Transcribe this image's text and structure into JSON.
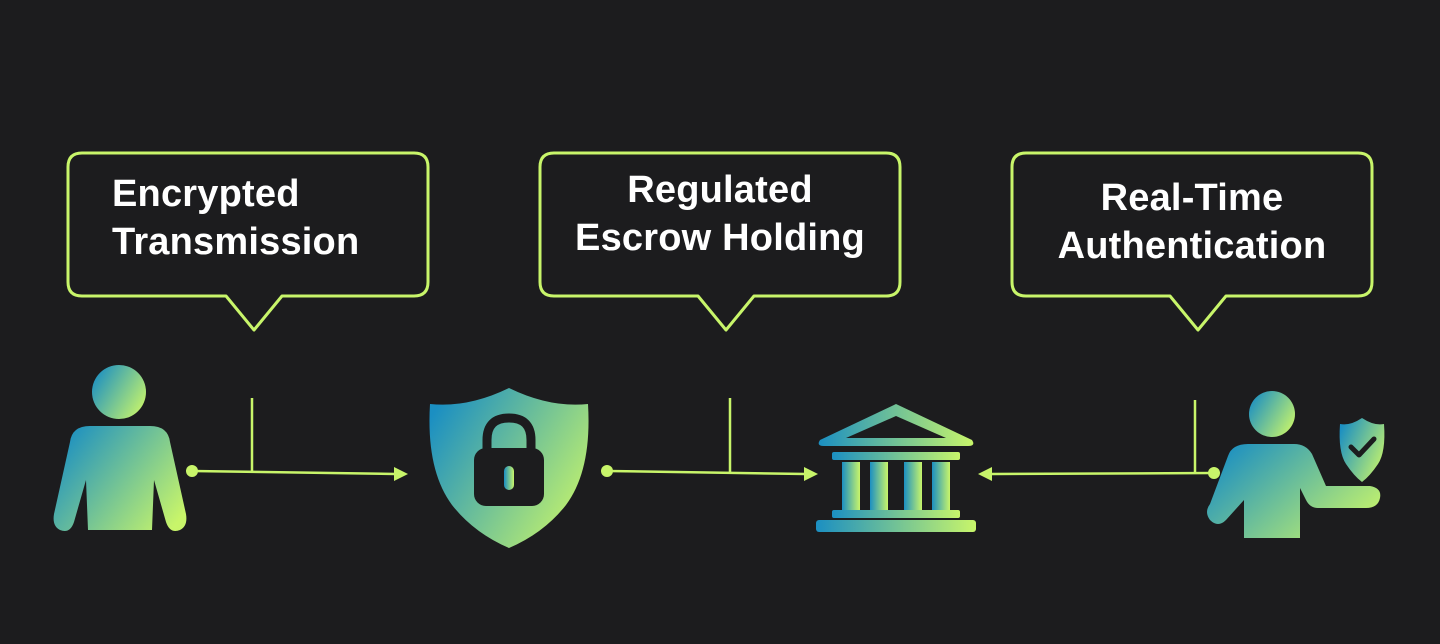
{
  "colors": {
    "background": "#1c1c1e",
    "accent": "#c8f56a",
    "gradient_start": "#1b8fc2",
    "gradient_end": "#c8f56a",
    "text": "#ffffff",
    "icon_detail": "#1c1c1e"
  },
  "callouts": [
    {
      "line1": "Encrypted",
      "line2": "Transmission"
    },
    {
      "line1": "Regulated",
      "line2": "Escrow Holding"
    },
    {
      "line1": "Real-Time",
      "line2": "Authentication"
    }
  ],
  "nodes": [
    {
      "icon": "person-icon"
    },
    {
      "icon": "shield-lock-icon"
    },
    {
      "icon": "bank-icon"
    },
    {
      "icon": "person-verified-icon"
    }
  ]
}
